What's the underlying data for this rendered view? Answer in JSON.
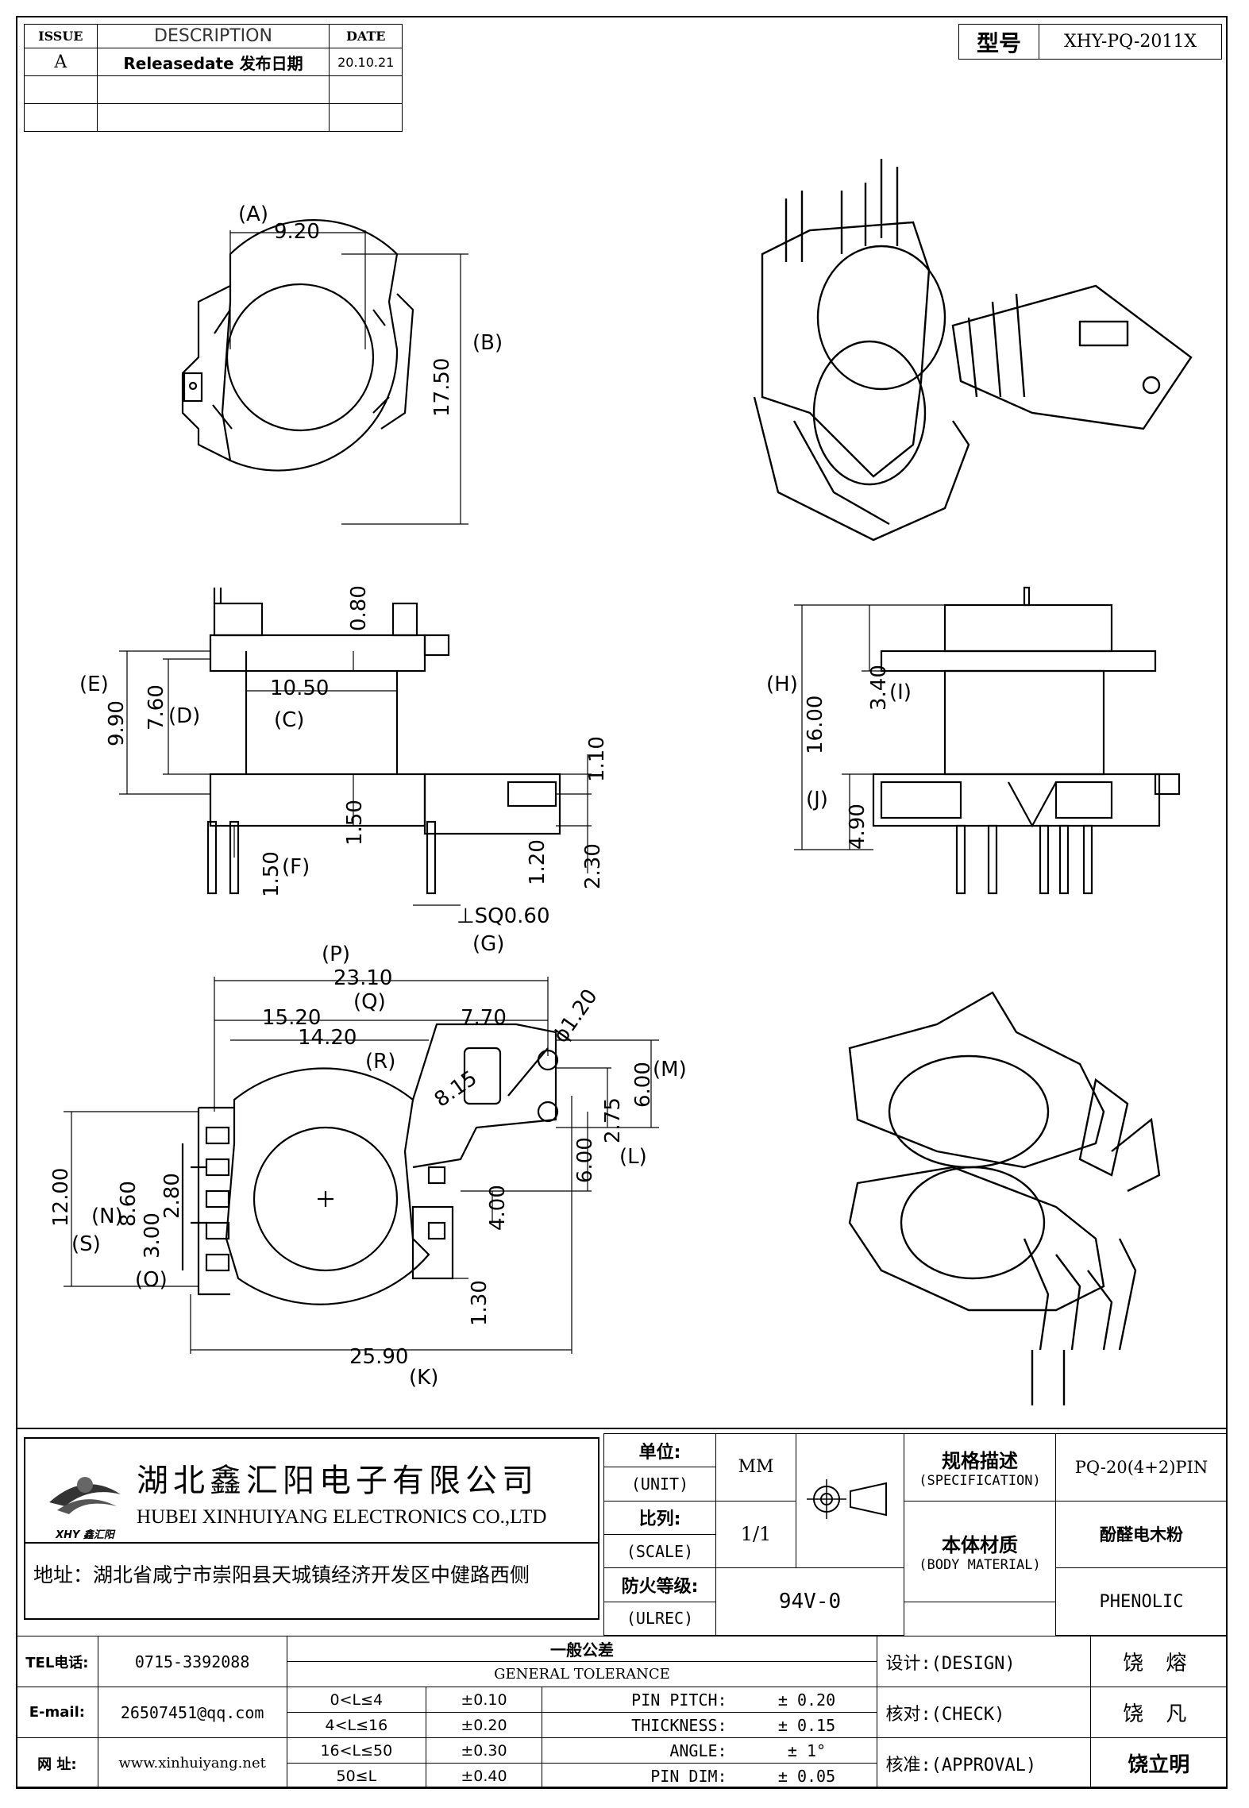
{
  "revision": {
    "headers": {
      "issue": "ISSUE",
      "description": "DESCRIPTION",
      "date": "DATE"
    },
    "rows": [
      {
        "issue": "A",
        "description": "Releasedate 发布日期",
        "date": "20.10.21"
      }
    ]
  },
  "model": {
    "label": "型号",
    "value": "XHY-PQ-2011X"
  },
  "dims": {
    "top_view": {
      "A": "(A)",
      "B": "(B)",
      "w": "9.20",
      "h": "17.50"
    },
    "side_view": {
      "E": "(E)",
      "D": "(D)",
      "C": "(C)",
      "F": "(F)",
      "G": "(G)",
      "e": "9.90",
      "d": "7.60",
      "c": "10.50",
      "t": "0.80",
      "f": "1.50",
      "g": "⊥SQ0.60",
      "s1": "1.50",
      "s2": "1.10",
      "s3": "1.20",
      "s4": "2.30"
    },
    "front_view": {
      "H": "(H)",
      "I": "(I)",
      "J": "(J)",
      "h": "16.00",
      "i": "3.40",
      "j": "4.90"
    },
    "bottom_view": {
      "P": "(P)",
      "Q": "(Q)",
      "R": "(R)",
      "M": "(M)",
      "N": "(N)",
      "S": "(S)",
      "O": "(O)",
      "K": "(K)",
      "L": "(L)",
      "p": "23.10",
      "q": "15.20",
      "r": "14.20",
      "pin": "7.70",
      "hole": "ϕ1.20",
      "diag": "8.15",
      "m": "6.00",
      "l1": "2.75",
      "l2": "6.00",
      "x400": "4.00",
      "s": "12.00",
      "n": "8.60",
      "n2": "2.80",
      "o": "3.00",
      "b130": "1.30",
      "k": "25.90"
    }
  },
  "company": {
    "name_cn": "湖北鑫汇阳电子有限公司",
    "name_en": "HUBEI XINHUIYANG ELECTRONICS CO.,LTD",
    "logo_text": "XHY 鑫汇阳",
    "address": "地址：湖北省咸宁市崇阳县天城镇经济开发区中健路西侧"
  },
  "spec_block": {
    "unit_label": "单位:",
    "unit_label_en": "(UNIT)",
    "unit_value": "MM",
    "scale_label": "比列:",
    "scale_label_en": "(SCALE)",
    "scale_value": "1/1",
    "ul_label": "防火等级:",
    "ul_label_en": "(ULREC)",
    "ul_value": "94V-0",
    "spec_label": "规格描述",
    "spec_label_en": "(SPECIFICATION)",
    "spec_value": "PQ-20(4+2)PIN",
    "material_label": "本体材质",
    "material_label_en": "(BODY MATERIAL)",
    "material_value_cn": "酚醛电木粉",
    "material_value": "PHENOLIC"
  },
  "contact": {
    "tel_label": "TEL电话:",
    "tel": "0715-3392088",
    "email_label": "E-mail:",
    "email": "26507451@qq.com",
    "web_label": "网 址:",
    "web": "www.xinhuiyang.net"
  },
  "tolerance": {
    "title_cn": "一般公差",
    "title_en": "GENERAL TOLERANCE",
    "rows": [
      {
        "range": "0<L≤4",
        "tol": "±0.10",
        "item": "PIN PITCH:",
        "val": "± 0.20"
      },
      {
        "range": "4<L≤16",
        "tol": "±0.20",
        "item": "THICKNESS:",
        "val": "± 0.15"
      },
      {
        "range": "16<L≤50",
        "tol": "±0.30",
        "item": "ANGLE:",
        "val": "± 1°"
      },
      {
        "range": "50≤L",
        "tol": "±0.40",
        "item": "PIN DIM:",
        "val": "± 0.05"
      }
    ]
  },
  "signoff": {
    "design_label": "设计:(DESIGN)",
    "design": "饶 熔",
    "check_label": "核对:(CHECK)",
    "check": "饶 凡",
    "approval_label": "核准:(APPROVAL)",
    "approval": "饶立明"
  }
}
